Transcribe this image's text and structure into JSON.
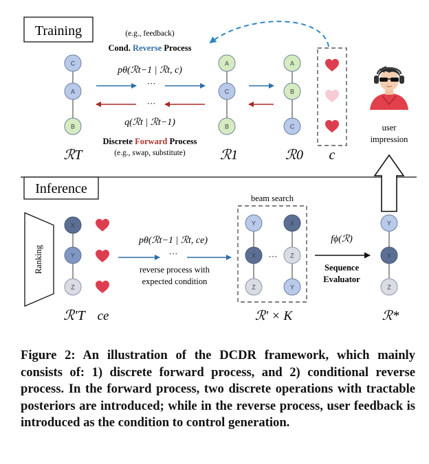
{
  "training": {
    "label": "Training",
    "eg_feedback": "(e.g., feedback)",
    "cond_prefix": "Cond. ",
    "cond_highlight": "Reverse",
    "cond_suffix": " Process",
    "p_formula": "pθ(ℛt−1 | ℛt, c)",
    "q_formula": "q(ℛt | ℛt−1)",
    "dots": "···",
    "disc_prefix": "Discrete ",
    "disc_highlight": "Forward",
    "disc_suffix": " Process",
    "eg_ops": "(e.g., swap, substitute)",
    "seq_T_label": "ℛT",
    "seq_1_label": "ℛ1",
    "seq_0_label": "ℛ0",
    "cond_label": "c",
    "seq_T_nodes": [
      "C",
      "A",
      "B"
    ],
    "seq_1_nodes": [
      "A",
      "C",
      "B"
    ],
    "seq_0_nodes": [
      "A",
      "B",
      "C"
    ]
  },
  "user": {
    "label_line1": "user",
    "label_line2": "impression"
  },
  "inference": {
    "label": "Inference",
    "ranking_label": "Ranking",
    "input_nodes": [
      "X",
      "Y",
      "Z"
    ],
    "input_label": "ℛ′T",
    "ce_label": "ce",
    "p_formula": "pθ(ℛt−1 | ℛt, ce)",
    "dots": "···",
    "reverse_line1": "reverse process with",
    "reverse_line2": "expected condition",
    "beam_search_label": "beam search",
    "beam_col1_nodes": [
      "Y",
      "X",
      "Z"
    ],
    "beam_col2_nodes": [
      "X",
      "Z",
      "Y"
    ],
    "beam_label": "ℛ′ × K",
    "f_formula": "fϕ(ℛ)",
    "evaluator_line1": "Sequence",
    "evaluator_line2": "Evaluator",
    "output_nodes": [
      "Y",
      "X",
      "Z"
    ],
    "output_label": "ℛ*"
  },
  "caption": "Figure 2: An illustration of the DCDR framework, which mainly consists of: 1) discrete forward process, and 2) conditional reverse process. In the forward process, two discrete operations with tractable posteriors are introduced; while in the reverse process, user feedback is introduced as the condition to control generation.",
  "colors": {
    "blue_text": "#2f6fa8",
    "red_text": "#b0322a",
    "arrow_blue": "#2f6fa8",
    "arrow_red": "#a82a22",
    "node_light": "#b8c9ea",
    "node_mid": "#7f97c2",
    "node_dark": "#5b6f94",
    "node_gray": "#d9dce3",
    "node_green": "#d6ecc0",
    "heart": "#dd3e4f",
    "heart_faint": "#f6cbd3"
  }
}
